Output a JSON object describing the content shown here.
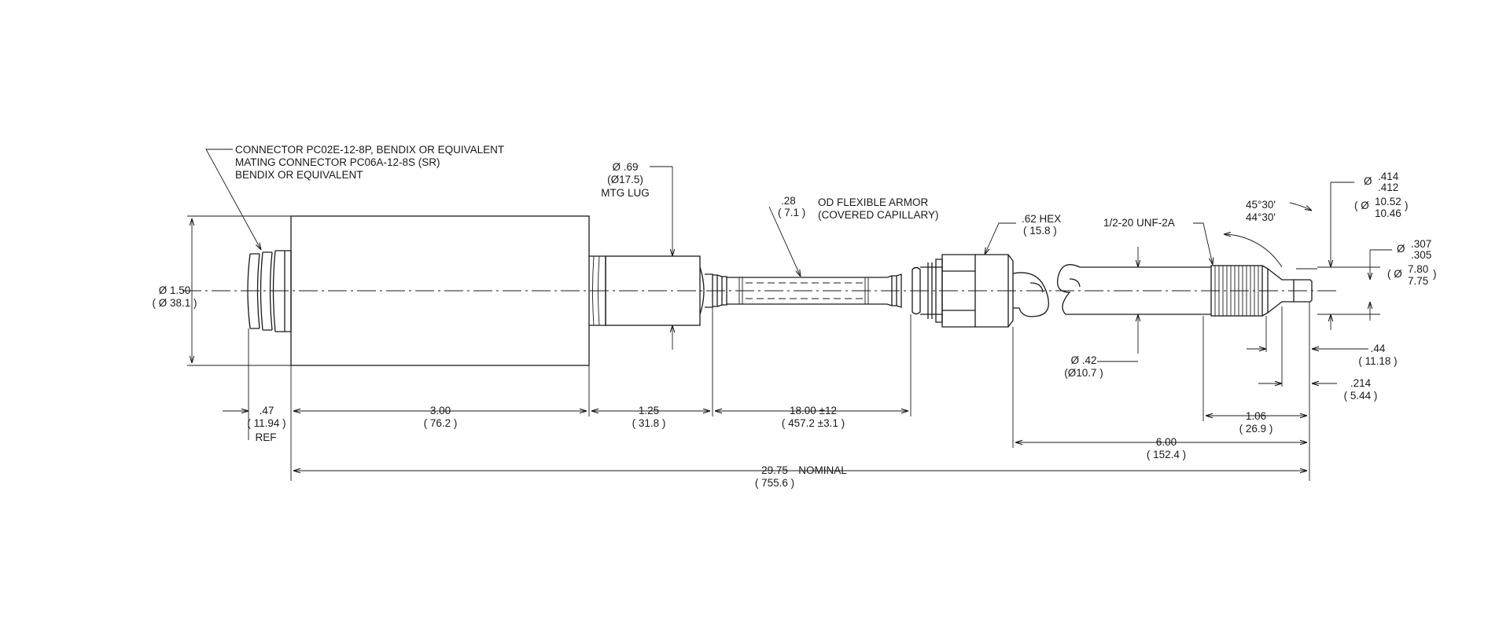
{
  "connector_note": {
    "line1": "CONNECTOR PC02E-12-8P, BENDIX OR EQUIVALENT",
    "line2": "MATING CONNECTOR PC06A-12-8S (SR)",
    "line3": "BENDIX OR EQUIVALENT"
  },
  "body_dia": {
    "inch": "Ø 1.50",
    "mm": "( Ø 38.1 )"
  },
  "mtg_lug": {
    "inch": "Ø .69",
    "mm": "(Ø17.5)",
    "label": "MTG LUG"
  },
  "armor": {
    "inch": ".28",
    "mm": "( 7.1 )",
    "line1": "OD FLEXIBLE ARMOR",
    "line2": "(COVERED CAPILLARY)"
  },
  "hex": {
    "inch": ".62 HEX",
    "mm": "( 15.8 )"
  },
  "thread": {
    "label": "1/2-20 UNF-2A"
  },
  "angle": {
    "a1": "45°30'",
    "a2": "44°30'"
  },
  "tip_dia": {
    "prefix": "Ø",
    "max": ".414",
    "min": ".412",
    "mm_prefix": "( Ø",
    "mm_max": "10.52",
    "mm_min": "10.46",
    "mm_suffix": ")"
  },
  "stem_dia": {
    "prefix": "Ø",
    "max": ".307",
    "min": ".305",
    "mm_prefix": "( Ø",
    "mm_max": "7.80",
    "mm_min": "7.75",
    "mm_suffix": ")"
  },
  "shaft_dia": {
    "inch": "Ø .42",
    "mm": "(Ø10.7 )"
  },
  "dims": {
    "connector_len": {
      "inch": ".47",
      "mm": "( 11.94 )",
      "note": "REF"
    },
    "body_len": {
      "inch": "3.00",
      "mm": "( 76.2 )"
    },
    "lug_len": {
      "inch": "1.25",
      "mm": "( 31.8 )"
    },
    "armor_len": {
      "inch": "18.00 ±12",
      "mm": "( 457.2 ±3.1 )"
    },
    "thread_len": {
      "inch": "1.06",
      "mm": "( 26.9 )"
    },
    "stem_len": {
      "inch": ".44",
      "mm": "( 11.18 )"
    },
    "tip_len": {
      "inch": ".214",
      "mm": "( 5.44 )"
    },
    "probe_len": {
      "inch": "6.00",
      "mm": "( 152.4 )"
    },
    "overall": {
      "inch": "29.75",
      "note": "NOMINAL",
      "mm": "( 755.6 )"
    }
  }
}
